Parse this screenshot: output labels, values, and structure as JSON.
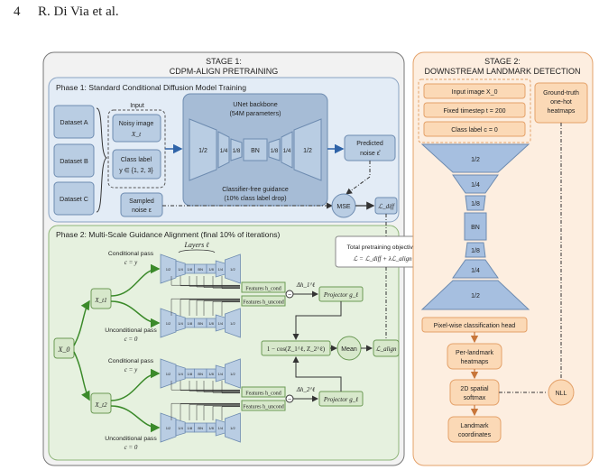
{
  "header": {
    "page_number": "4",
    "authors": "R. Di Via et al."
  },
  "stage1": {
    "title_line1": "STAGE 1:",
    "title_line2": "CDPM-ALIGN PRETRAINING",
    "phase1": {
      "title": "Phase 1: Standard Conditional Diffusion Model Training",
      "datasets": [
        "Dataset A",
        "Dataset B",
        "Dataset C"
      ],
      "input_label": "Input",
      "noisy_image": "Noisy image",
      "noisy_image_var": "X_t",
      "class_label_line1": "Class label",
      "class_label_line2": "y ∈ {1, 2, 3}",
      "sampled_noise_line1": "Sampled",
      "sampled_noise_line2": "noise ε",
      "unet_title": "UNet backbone",
      "unet_params": "(54M parameters)",
      "unet_blocks": [
        "1/2",
        "1/4",
        "1/8",
        "BN",
        "1/8",
        "1/4",
        "1/2"
      ],
      "cfg_line1": "Classifier-free guidance",
      "cfg_line2": "(10% class label drop)",
      "predicted_line1": "Predicted",
      "predicted_line2": "noise ε̂",
      "mse": "MSE",
      "l_diff": "ℒ_diff"
    },
    "objective": {
      "line1": "Total pretraining objective:",
      "line2": "ℒ = ℒ_diff + λℒ_align"
    },
    "phase2": {
      "title": "Phase 2: Multi-Scale Guidance Alignment (final 10% of iterations)",
      "layers_label": "Layers ℓ",
      "x0": "X_0",
      "xt1": "X_t1",
      "xt2": "X_t2",
      "cond_pass_line1": "Conditional pass",
      "cond_pass_line2": "c = y",
      "uncond_pass_line1": "Unconditional pass",
      "uncond_pass_line2": "c = 0",
      "mini_blocks": [
        "1/2",
        "1/4",
        "1/8",
        "BN",
        "1/8",
        "1/4",
        "1/2"
      ],
      "features_cond": "Features h_cond",
      "features_uncond": "Features h_uncond",
      "delta1": "Δh_1^ℓ",
      "delta2": "Δh_2^ℓ",
      "projector": "Projector g_ℓ",
      "cos_formula": "1 − cos(Z_1^ℓ, Z_2^ℓ)",
      "mean": "Mean",
      "l_align": "ℒ_align"
    }
  },
  "stage2": {
    "title_line1": "STAGE 2:",
    "title_line2": "DOWNSTREAM LANDMARK DETECTION",
    "input_image": "Input image X_0",
    "timestep": "Fixed timestep t = 200",
    "class_label": "Class label c = 0",
    "gt_line1": "Ground-truth",
    "gt_line2": "one-hot",
    "gt_line3": "heatmaps",
    "funnel_blocks": [
      "1/2",
      "1/4",
      "1/8",
      "BN",
      "1/8",
      "1/4",
      "1/2"
    ],
    "head": "Pixel-wise classification head",
    "heatmaps_line1": "Per-landmark",
    "heatmaps_line2": "heatmaps",
    "softmax_line1": "2D spatial",
    "softmax_line2": "softmax",
    "coords_line1": "Landmark",
    "coords_line2": "coordinates",
    "nll": "NLL"
  },
  "colors": {
    "stage1_bg": "#f2f2f2",
    "phase1_bg": "#e3ecf6",
    "phase2_bg": "#e6f1df",
    "stage2_bg": "#fdeee0",
    "block_blue": "#b9cde3",
    "unet_bg": "#a6bcd6",
    "orange_box": "#fbd9b6",
    "orange_border": "#e4a169",
    "green_arrow": "#3b8a2a",
    "green_box": "#d7e8cb",
    "blue_arrow": "#2f63a8"
  }
}
